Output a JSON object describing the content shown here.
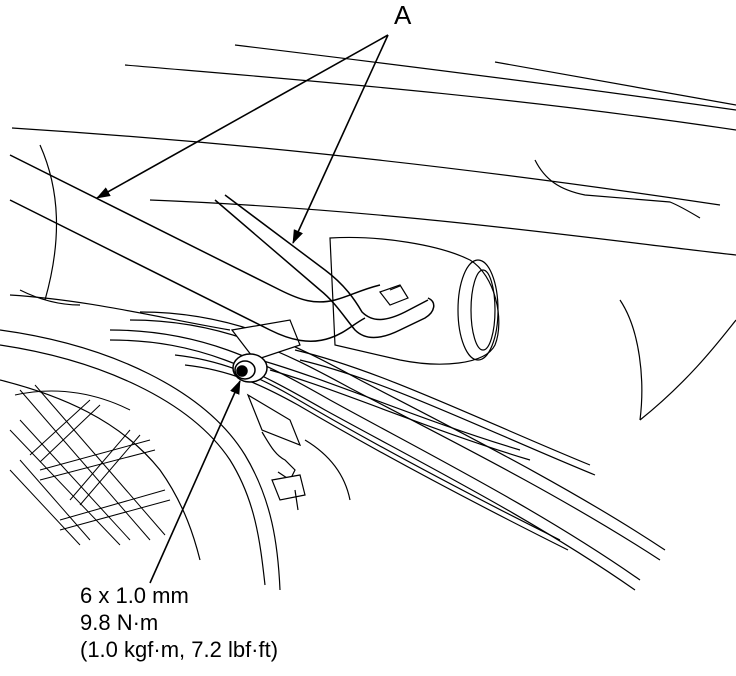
{
  "callouts": {
    "a": "A"
  },
  "fastener_spec": {
    "size": "6 x 1.0 mm",
    "torque_nm": "9.8 N·m",
    "torque_alt": "(1.0 kgf·m, 7.2 lbf·ft)"
  },
  "colors": {
    "line": "#000000",
    "background": "#ffffff"
  }
}
